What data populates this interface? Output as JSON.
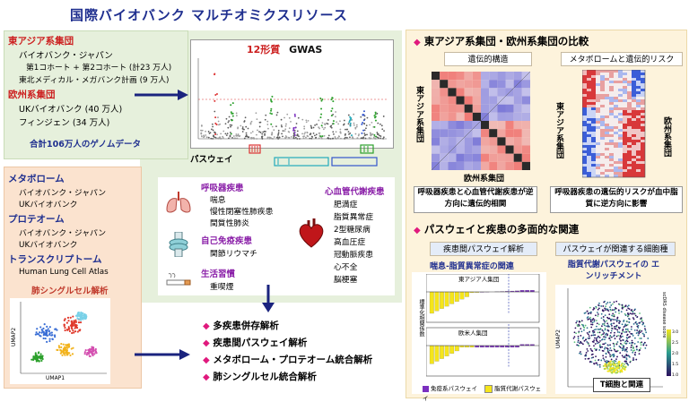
{
  "title": "国際バイオバンク マルチオミクスリソース",
  "cohorts": {
    "east_asia_heading": "東アジア系集団",
    "east_asia_items": [
      "バイオバンク・ジャパン",
      "第1コホート + 第2コホート (計23 万人)",
      "東北メディカル・メガバンク計画 (9 万人)"
    ],
    "europe_heading": "欧州系集団",
    "europe_items": [
      "UKバイオバンク (40 万人)",
      "フィンジェン (34 万人)"
    ],
    "total": "合計106万人のゲノムデータ"
  },
  "omics": {
    "metabolome_heading": "メタボローム",
    "metabolome_items": [
      "バイオバンク・ジャパン",
      "UKバイオバンク"
    ],
    "proteome_heading": "プロテオーム",
    "proteome_items": [
      "バイオバンク・ジャパン",
      "UKバイオバンク"
    ],
    "transcriptome_heading": "トランスクリプトーム",
    "transcriptome_items": [
      "Human Lung Cell Atlas"
    ],
    "umap_label": "肺シングルセル解析",
    "umap_x": "UMAP1",
    "umap_y": "UMAP2"
  },
  "gwas": {
    "label_red": "12形質",
    "label_black": "GWAS",
    "pathway_label": "パスウェイ"
  },
  "diseases": {
    "resp_heading": "呼吸器疾患",
    "resp_items": [
      "喘息",
      "慢性閉塞性肺疾患",
      "間質性肺炎"
    ],
    "auto_heading": "自己免疫疾患",
    "auto_items": [
      "関節リウマチ"
    ],
    "life_heading": "生活習慣",
    "life_items": [
      "重喫煙"
    ],
    "cardio_heading": "心血管代謝疾患",
    "cardio_items": [
      "肥満症",
      "脂質異常症",
      "2型糖尿病",
      "高血圧症",
      "冠動脈疾患",
      "心不全",
      "脳梗塞"
    ]
  },
  "analyses": [
    "多疾患併存解析",
    "疾患間パスウェイ解析",
    "メタボローム・プロテオーム統合解析",
    "肺シングルセル統合解析"
  ],
  "comparison": {
    "heading": "東アジア系集団・欧州系集団の比較",
    "left_label": "遺伝的構造",
    "right_label": "メタボロームと遺伝的リスク",
    "left_axis_y": "東アジア系集団",
    "left_axis_x": "欧州系集団",
    "right_axis_left": "東アジア系集団",
    "right_axis_right": "欧州系集団",
    "left_caption": "呼吸器疾患と心血管代謝疾患が逆方向に遺伝的相関",
    "right_caption": "呼吸器疾患の遺伝的リスクが血中脂質に逆方向に影響"
  },
  "pathway_section": {
    "heading": "パスウェイと疾患の多面的な関連",
    "left_label": "疾患間パスウェイ解析",
    "right_label": "パスウェイが関連する細胞種",
    "left_sub": "喘息-脂質異常症の関連",
    "right_sub": "脂質代謝パスウェイの エンリッチメント",
    "chart_ea": "東アジア人集団",
    "chart_eu": "欧米人集団",
    "chart_ylabel": "標準化相関係数",
    "legend_immune": "免疫系パスウェイ",
    "legend_lipid": "脂質代謝パスウェイ",
    "umap_score_label": "scDRS disease score",
    "tcell_label": "T細胞と関連",
    "umap_y": "UMAP2",
    "colorbar_ticks": [
      "3.0",
      "2.5",
      "2.0",
      "1.5",
      "1.0"
    ]
  },
  "colors": {
    "title_blue": "#1f2f8f",
    "red": "#cc1f1f",
    "magenta": "#e0197d",
    "arrow_navy": "#1a237e"
  }
}
